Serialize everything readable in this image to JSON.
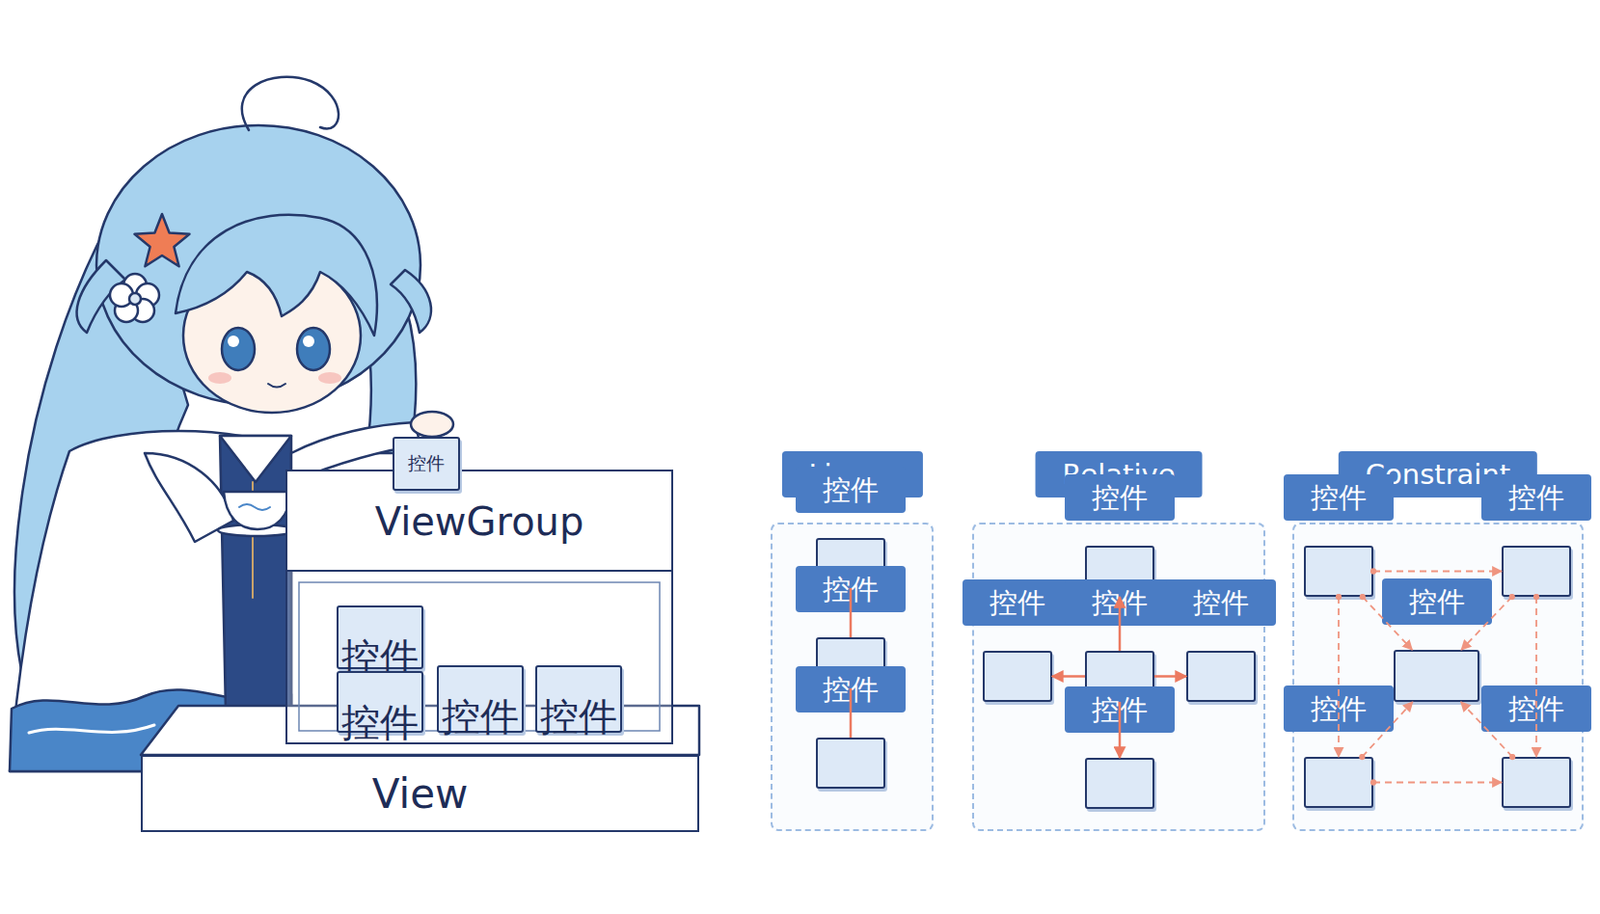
{
  "diagram": {
    "nodes": [
      {
        "text": [
          "控件"
        ]
      },
      {
        "text": [
          "ViewGroup"
        ]
      },
      {
        "text": [
          "控件"
        ],
        "in": 1
      },
      {
        "text": [
          "控件"
        ],
        "in": 1
      },
      {
        "text": [
          "控件"
        ],
        "in": 1
      },
      {
        "text": [
          "控件"
        ],
        "in": 1
      },
      {
        "text": [
          "View"
        ]
      },
      {
        "text": [
          "Linear"
        ]
      },
      {
        "text": [
          "控件"
        ],
        "in": 7
      },
      {
        "text": [
          "控件"
        ],
        "in": 7
      },
      {
        "text": [
          "控件"
        ],
        "in": 7
      },
      {
        "text": [
          "Relative"
        ]
      },
      {
        "text": [
          "控件"
        ],
        "in": 11
      },
      {
        "text": [
          "控件"
        ],
        "in": 11
      },
      {
        "text": [
          "控件"
        ],
        "in": 11
      },
      {
        "text": [
          "控件"
        ],
        "in": 11
      },
      {
        "text": [
          "控件"
        ],
        "in": 11
      },
      {
        "text": [
          "Constraint"
        ]
      },
      {
        "text": [
          "控件"
        ],
        "in": 17
      },
      {
        "text": [
          "控件"
        ],
        "in": 17
      },
      {
        "text": [
          "控件"
        ],
        "in": 17
      },
      {
        "text": [
          "控件"
        ],
        "in": 17
      },
      {
        "text": [
          "控件"
        ],
        "in": 17
      }
    ],
    "edges": [
      {
        "from": 8,
        "to": 9,
        "arrow": "none"
      },
      {
        "from": 9,
        "to": 10,
        "arrow": "none"
      },
      {
        "from": 14,
        "to": 12,
        "arrow": "to"
      },
      {
        "from": 14,
        "to": 13,
        "arrow": "to"
      },
      {
        "from": 14,
        "to": 15,
        "arrow": "to"
      },
      {
        "from": 14,
        "to": 16,
        "arrow": "to"
      },
      {
        "from": 18,
        "to": 19,
        "arrow": "to"
      },
      {
        "from": 18,
        "to": 21,
        "arrow": "to"
      },
      {
        "from": 19,
        "to": 22,
        "arrow": "to"
      },
      {
        "from": 21,
        "to": 22,
        "arrow": "to"
      },
      {
        "from": 18,
        "to": 20,
        "arrow": "to"
      },
      {
        "from": 19,
        "to": 20,
        "arrow": "to"
      },
      {
        "from": 21,
        "to": 20,
        "arrow": "to"
      },
      {
        "from": 22,
        "to": 20,
        "arrow": "to"
      }
    ]
  }
}
